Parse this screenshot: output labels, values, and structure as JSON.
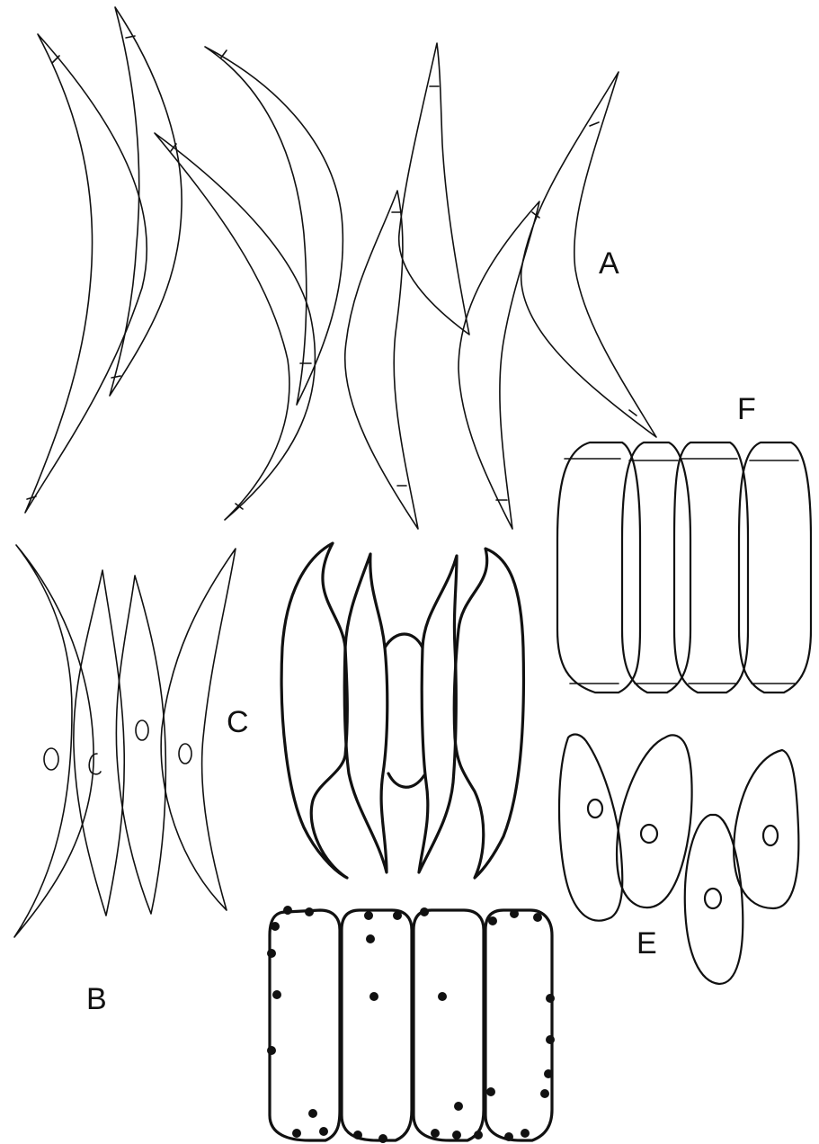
{
  "labels": {
    "a": "A",
    "b": "B",
    "c": "C",
    "e": "E",
    "f": "F"
  },
  "colors": {
    "ink": "#111111",
    "paper": "#ffffff"
  }
}
